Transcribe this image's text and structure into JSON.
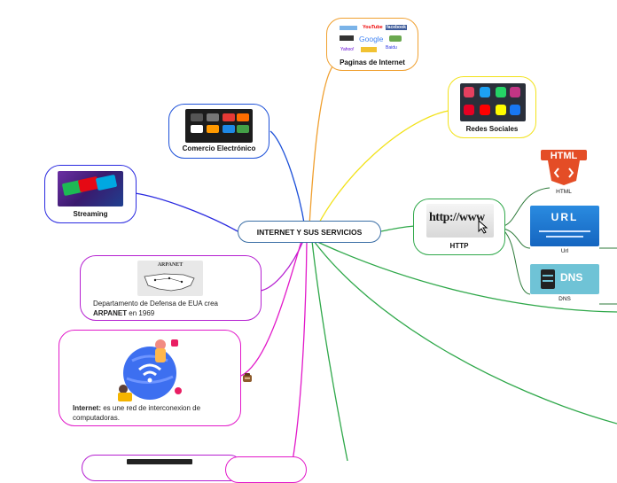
{
  "central": {
    "title": "INTERNET Y SUS SERVICIOS"
  },
  "topics": {
    "paginas": {
      "label": "Paginas de Internet",
      "logos": [
        "Google",
        "YouTube",
        "facebook",
        "Yahoo!",
        "Baidu"
      ]
    },
    "redes": {
      "label": "Redes Sociales"
    },
    "comercio": {
      "label": "Comercio Electrónico"
    },
    "streaming": {
      "label": "Streaming"
    },
    "http": {
      "label": "HTTP",
      "image_text": "http://www"
    },
    "arpanet": {
      "image_text": "ARPANET",
      "text_line1": "Departamento de Defensa de EUA crea",
      "text_bold": "ARPANET",
      "text_rest": " en 1969"
    },
    "internet": {
      "bold": "Internet:",
      "text_line1": " es une red de interconexion de",
      "text_line2": "computadoras."
    }
  },
  "subtopics": {
    "html": {
      "label": "HTML",
      "image_text": "HTML"
    },
    "url": {
      "label": "Url",
      "image_text": "URL"
    },
    "dns": {
      "label": "DNS",
      "image_text": "DNS"
    }
  },
  "colors": {
    "central_border": "#3a6ea5",
    "paginas": "#f0a030",
    "redes": "#f2e21a",
    "comercio": "#1b4fd8",
    "streaming": "#2a2ae0",
    "http": "#2fa84a",
    "arpanet": "#b51fd1",
    "internet": "#e218c9",
    "subtopic_line": "#2d7a3a"
  }
}
